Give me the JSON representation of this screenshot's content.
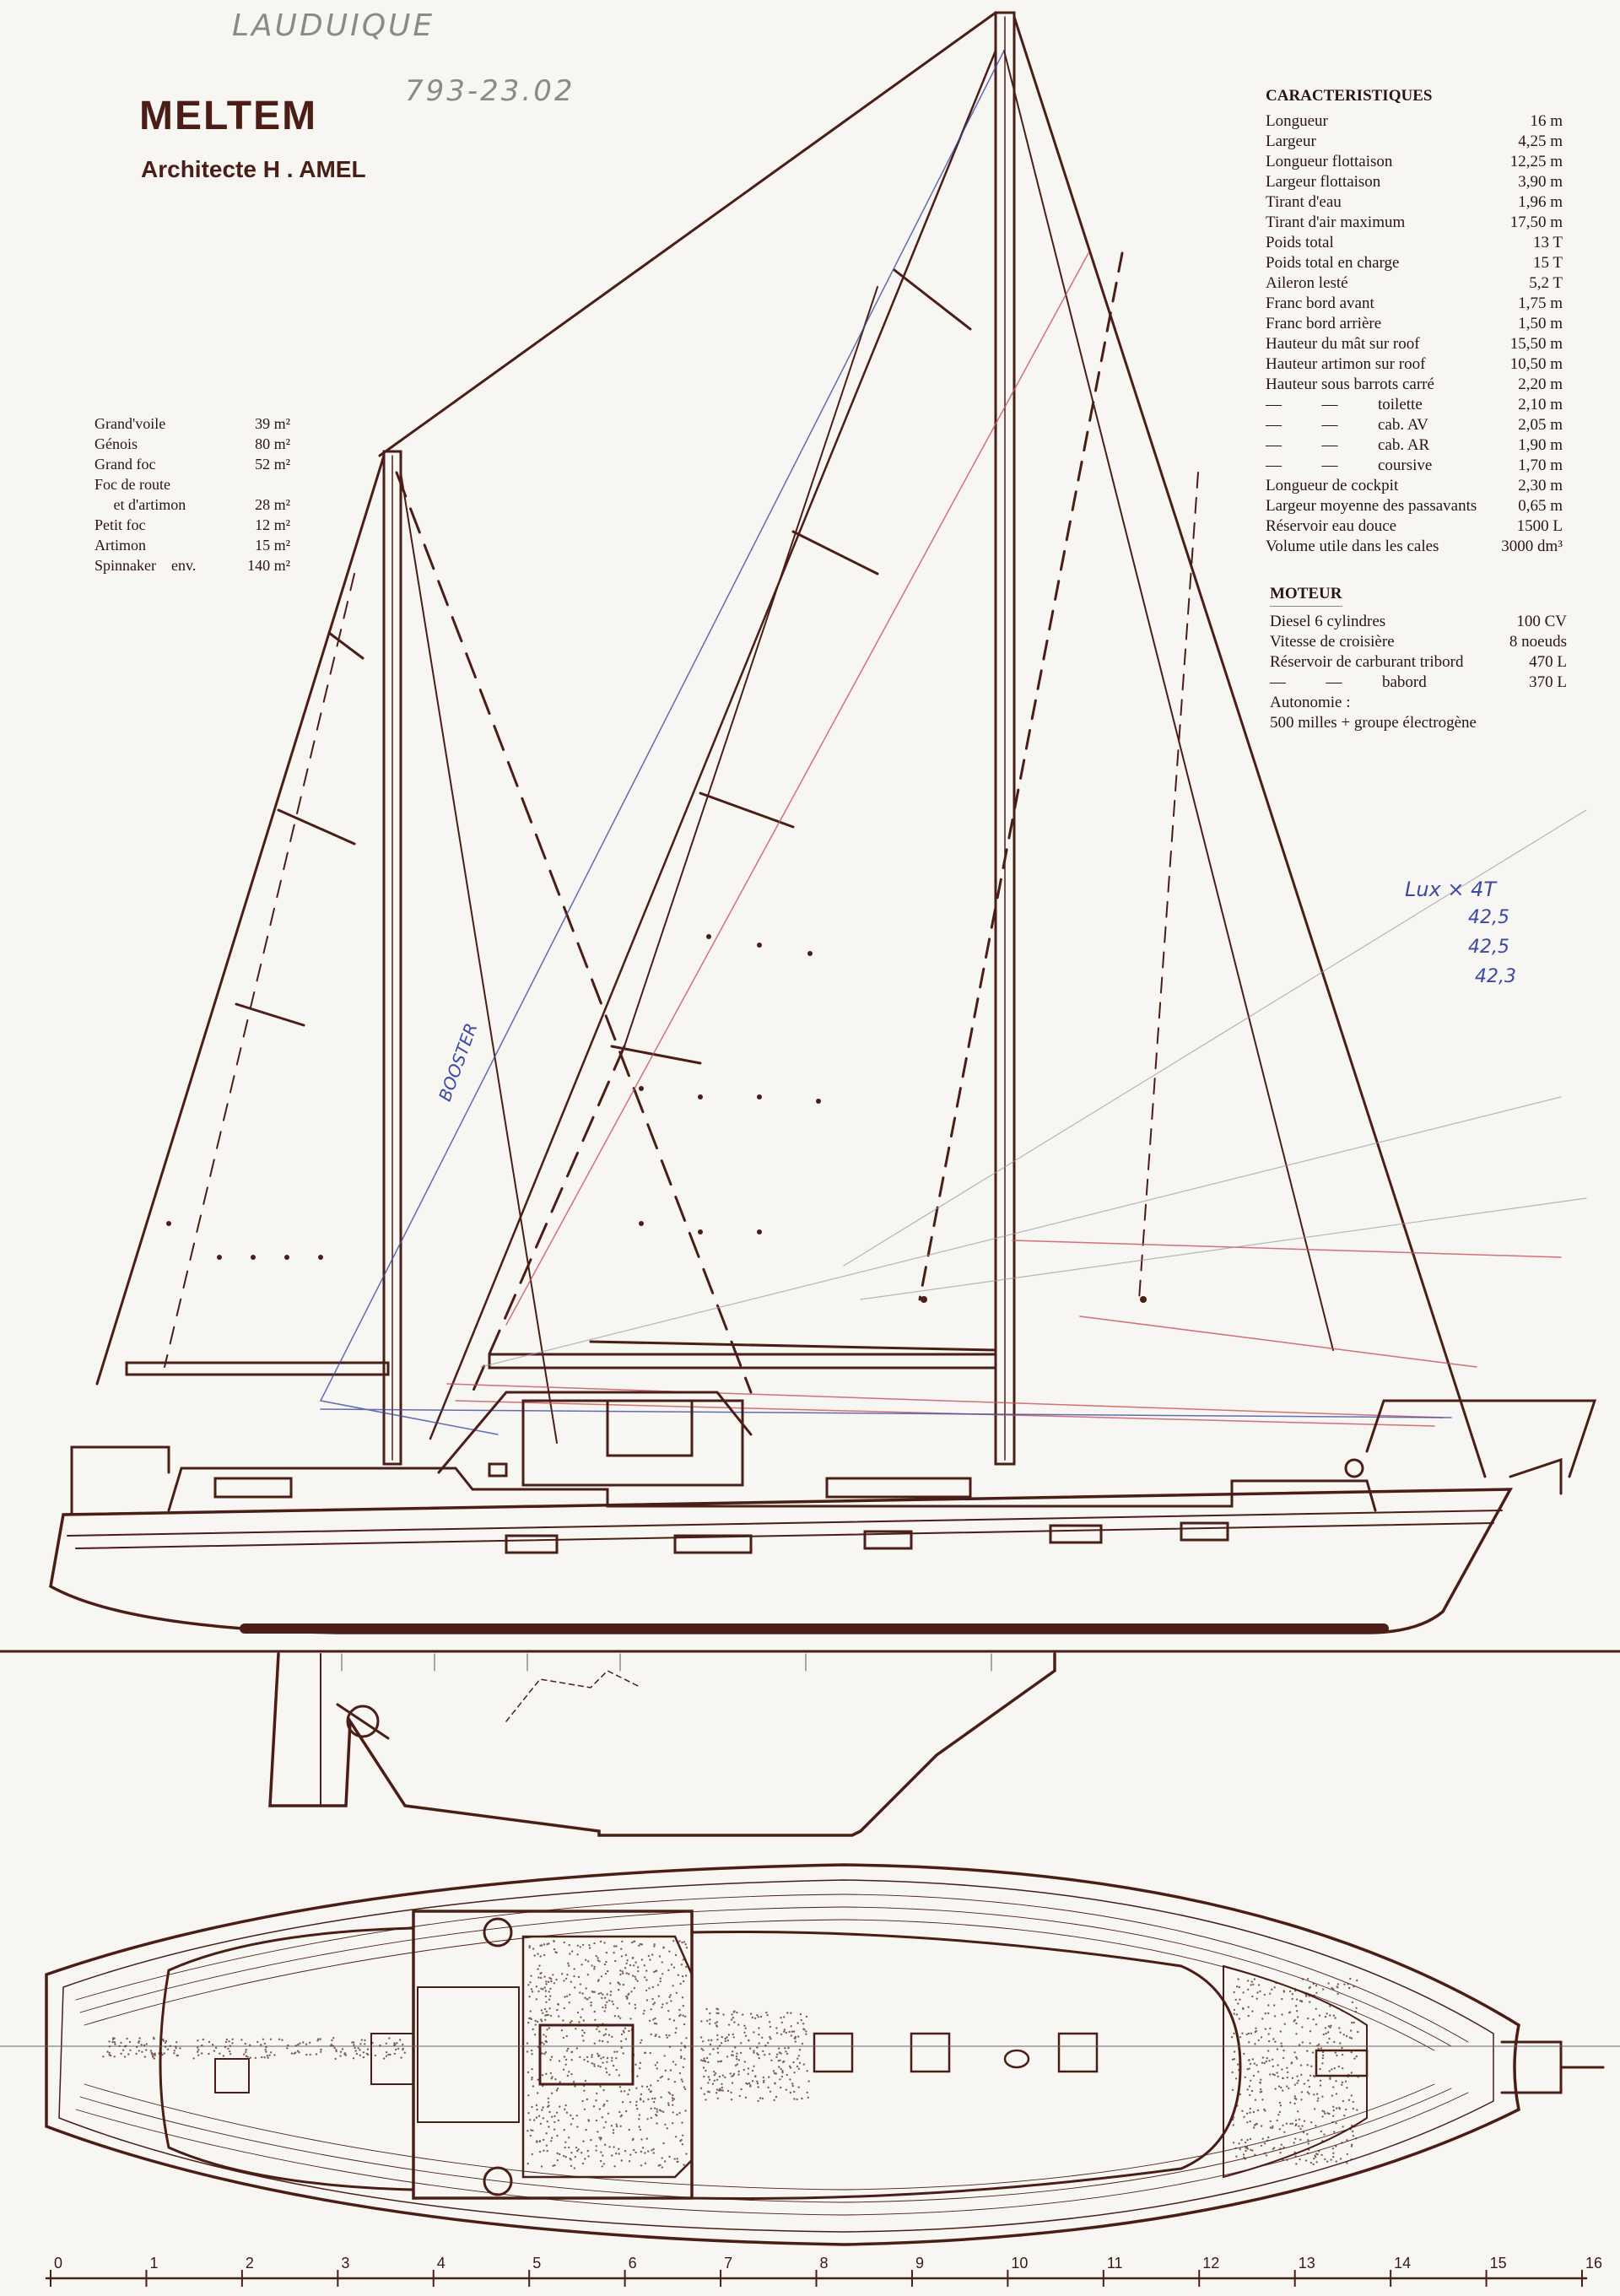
{
  "header": {
    "title": "MELTEM",
    "subtitle": "Architecte H . AMEL",
    "handwritten_name": "LAUDUIQUE",
    "handwritten_ref": "793-23.02"
  },
  "characteristics": {
    "heading": "CARACTERISTIQUES",
    "rows": [
      {
        "label": "Longueur",
        "value": "16 m"
      },
      {
        "label": "Largeur",
        "value": "4,25 m"
      },
      {
        "label": "Longueur flottaison",
        "value": "12,25 m"
      },
      {
        "label": "Largeur flottaison",
        "value": "3,90 m"
      },
      {
        "label": "Tirant d'eau",
        "value": "1,96 m"
      },
      {
        "label": "Tirant d'air maximum",
        "value": "17,50 m"
      },
      {
        "label": "Poids total",
        "value": "13 T"
      },
      {
        "label": "Poids total en charge",
        "value": "15 T"
      },
      {
        "label": "Aileron lesté",
        "value": "5,2 T"
      },
      {
        "label": "Franc bord avant",
        "value": "1,75 m"
      },
      {
        "label": "Franc bord arrière",
        "value": "1,50 m"
      },
      {
        "label": "Hauteur du mât sur roof",
        "value": "15,50 m"
      },
      {
        "label": "Hauteur artimon sur roof",
        "value": "10,50 m"
      },
      {
        "label": "Hauteur sous barrots carré",
        "value": "2,20 m"
      },
      {
        "label": "—          —          toilette",
        "value": "2,10 m"
      },
      {
        "label": "—          —          cab. AV",
        "value": "2,05 m"
      },
      {
        "label": "—          —          cab. AR",
        "value": "1,90 m"
      },
      {
        "label": "—          —          coursive",
        "value": "1,70 m"
      },
      {
        "label": "Longueur de cockpit",
        "value": "2,30 m"
      },
      {
        "label": "Largeur moyenne des passavants",
        "value": "0,65 m"
      },
      {
        "label": "Réservoir eau douce",
        "value": "1500 L"
      },
      {
        "label": "Volume utile dans les cales",
        "value": "3000 dm³"
      }
    ]
  },
  "engine": {
    "heading": "MOTEUR",
    "rows": [
      {
        "label": "Diesel 6 cylindres",
        "value": "100 CV"
      },
      {
        "label": "Vitesse de croisière",
        "value": "8 noeuds"
      },
      {
        "label": "Réservoir de carburant tribord",
        "value": "470 L"
      },
      {
        "label": "—          —          babord",
        "value": "370 L"
      }
    ],
    "autonomy_label": "Autonomie :",
    "autonomy_value": "500 milles + groupe électrogène"
  },
  "sails": {
    "rows": [
      {
        "label": "Grand'voile",
        "value": "39 m²"
      },
      {
        "label": "Génois",
        "value": "80 m²"
      },
      {
        "label": "Grand foc",
        "value": "52 m²"
      },
      {
        "label": "Foc de route",
        "value": ""
      },
      {
        "label": "     et d'artimon",
        "value": "28 m²"
      },
      {
        "label": "Petit foc",
        "value": "12 m²"
      },
      {
        "label": "Artimon",
        "value": "15 m²"
      },
      {
        "label": "Spinnaker    env.",
        "value": "140 m²"
      }
    ]
  },
  "annotations": {
    "booster": "BOOSTER",
    "lux": "Lux × 4T",
    "lux_values": [
      "42,5",
      "42,5",
      "42,3"
    ]
  },
  "scale": {
    "ticks": [
      "0",
      "1",
      "2",
      "3",
      "4",
      "5",
      "6",
      "7",
      "8",
      "9",
      "10",
      "11",
      "12",
      "13",
      "14",
      "15",
      "16"
    ]
  },
  "colors": {
    "ink": "#4a1e16",
    "paper": "#f7f6f2",
    "pencil_red": "#c8505a",
    "pencil_blue": "#3c4aa0"
  }
}
